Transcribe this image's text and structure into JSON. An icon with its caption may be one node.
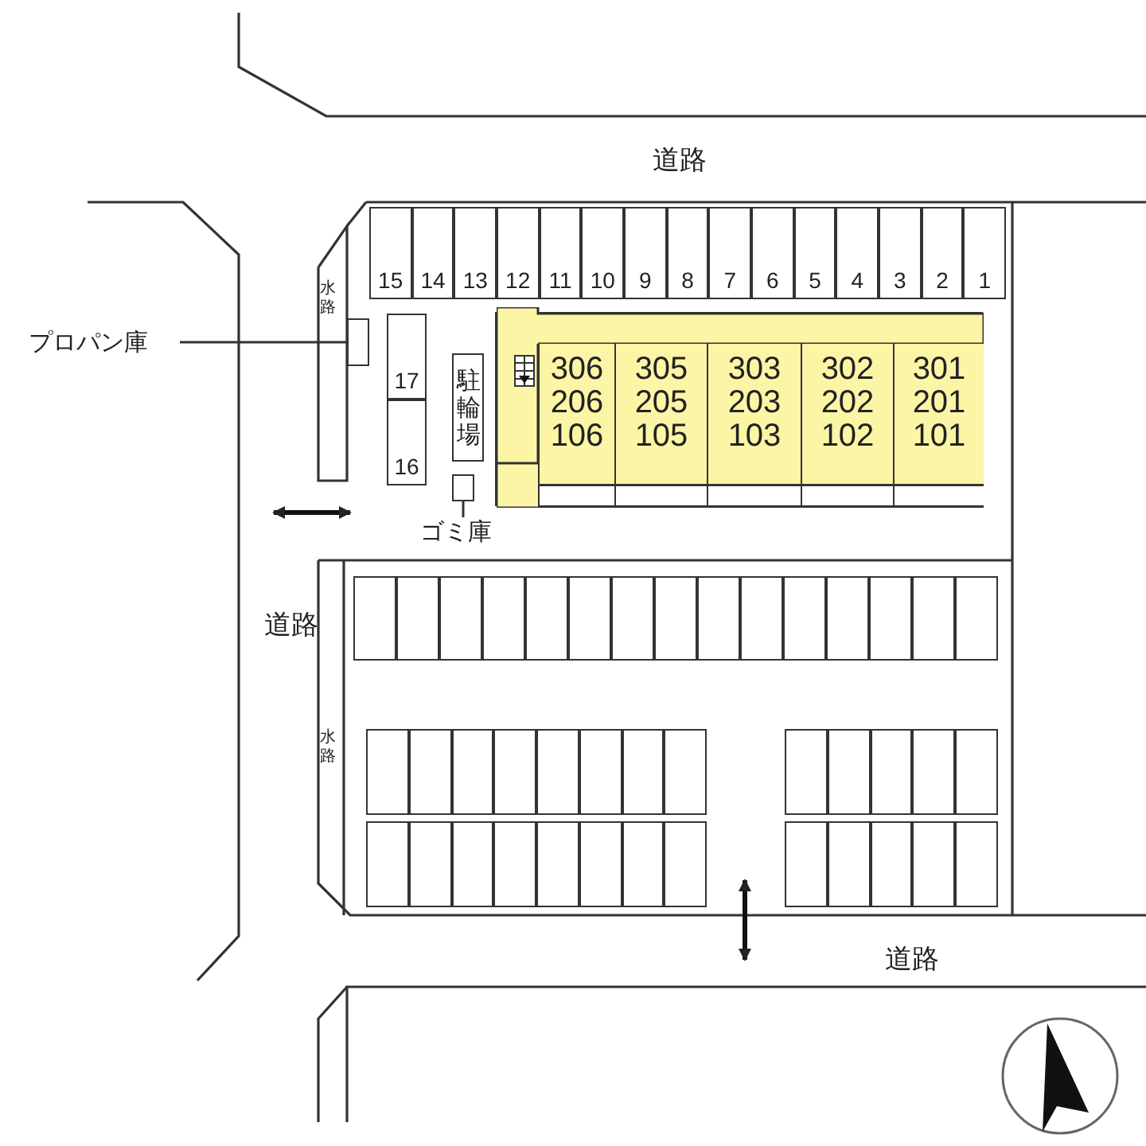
{
  "diagram": {
    "nodes": [
      {
        "text": [
          "15"
        ]
      },
      {
        "text": [
          "14"
        ]
      },
      {
        "text": [
          "13"
        ]
      },
      {
        "text": [
          "12"
        ]
      },
      {
        "text": [
          "11"
        ]
      },
      {
        "text": [
          "10"
        ]
      },
      {
        "text": [
          "9"
        ]
      },
      {
        "text": [
          "8"
        ]
      },
      {
        "text": [
          "7"
        ]
      },
      {
        "text": [
          "6"
        ]
      },
      {
        "text": [
          "5"
        ]
      },
      {
        "text": [
          "4"
        ]
      },
      {
        "text": [
          "3"
        ]
      },
      {
        "text": [
          "2"
        ]
      },
      {
        "text": [
          "1"
        ]
      },
      {
        "text": [
          "プロパン庫"
        ]
      },
      {
        "text": [],
        "shape": "box"
      },
      {
        "text": [
          "17"
        ]
      },
      {
        "text": [
          "16"
        ]
      },
      {
        "text": [
          "駐輪場"
        ]
      },
      {
        "text": [],
        "shape": "box"
      },
      {
        "text": [
          "306",
          "206",
          "106"
        ],
        "in": 20
      },
      {
        "text": [
          "305",
          "205",
          "105"
        ],
        "in": 20
      },
      {
        "text": [
          "303",
          "203",
          "103"
        ],
        "in": 20
      },
      {
        "text": [
          "302",
          "202",
          "102"
        ],
        "in": 20
      },
      {
        "text": [
          "301",
          "201",
          "101"
        ],
        "in": 20
      },
      {
        "text": [],
        "shape": "box"
      },
      {
        "text": [
          "ゴミ庫"
        ]
      },
      {
        "text": [],
        "shape": "box"
      },
      {
        "text": [],
        "shape": "box"
      },
      {
        "text": [],
        "shape": "box"
      },
      {
        "text": [],
        "shape": "box"
      },
      {
        "text": [],
        "shape": "box"
      },
      {
        "text": [],
        "shape": "box"
      },
      {
        "text": [],
        "shape": "box"
      },
      {
        "text": [],
        "shape": "box"
      },
      {
        "text": [],
        "shape": "box"
      },
      {
        "text": [],
        "shape": "box"
      },
      {
        "text": [],
        "shape": "box"
      },
      {
        "text": [],
        "shape": "box"
      },
      {
        "text": [],
        "shape": "box"
      },
      {
        "text": [],
        "shape": "box"
      },
      {
        "text": [],
        "shape": "box"
      },
      {
        "text": [],
        "shape": "box"
      },
      {
        "text": [],
        "shape": "box"
      },
      {
        "text": [],
        "shape": "box"
      },
      {
        "text": [],
        "shape": "box"
      },
      {
        "text": [],
        "shape": "box"
      },
      {
        "text": [],
        "shape": "box"
      },
      {
        "text": [],
        "shape": "box"
      },
      {
        "text": [],
        "shape": "box"
      },
      {
        "text": [],
        "shape": "box"
      },
      {
        "text": [],
        "shape": "box"
      },
      {
        "text": [],
        "shape": "box"
      },
      {
        "text": [],
        "shape": "box"
      },
      {
        "text": [],
        "shape": "box"
      },
      {
        "text": [],
        "shape": "box"
      },
      {
        "text": [],
        "shape": "box"
      },
      {
        "text": [],
        "shape": "box"
      },
      {
        "text": [],
        "shape": "box"
      },
      {
        "text": [],
        "shape": "box"
      },
      {
        "text": [],
        "shape": "box"
      },
      {
        "text": [],
        "shape": "box"
      },
      {
        "text": [],
        "shape": "box"
      },
      {
        "text": [],
        "shape": "box"
      },
      {
        "text": [],
        "shape": "box"
      },
      {
        "text": [],
        "shape": "box"
      },
      {
        "text": [],
        "shape": "box"
      },
      {
        "text": [],
        "shape": "box"
      }
    ],
    "edges": [
      {
        "from": 15,
        "to": 16,
        "arrow": "none"
      },
      {
        "from": 27,
        "to": 26,
        "arrow": "none"
      }
    ],
    "labels": [
      "道路",
      "水路",
      "道路",
      "水路",
      "道路"
    ]
  }
}
